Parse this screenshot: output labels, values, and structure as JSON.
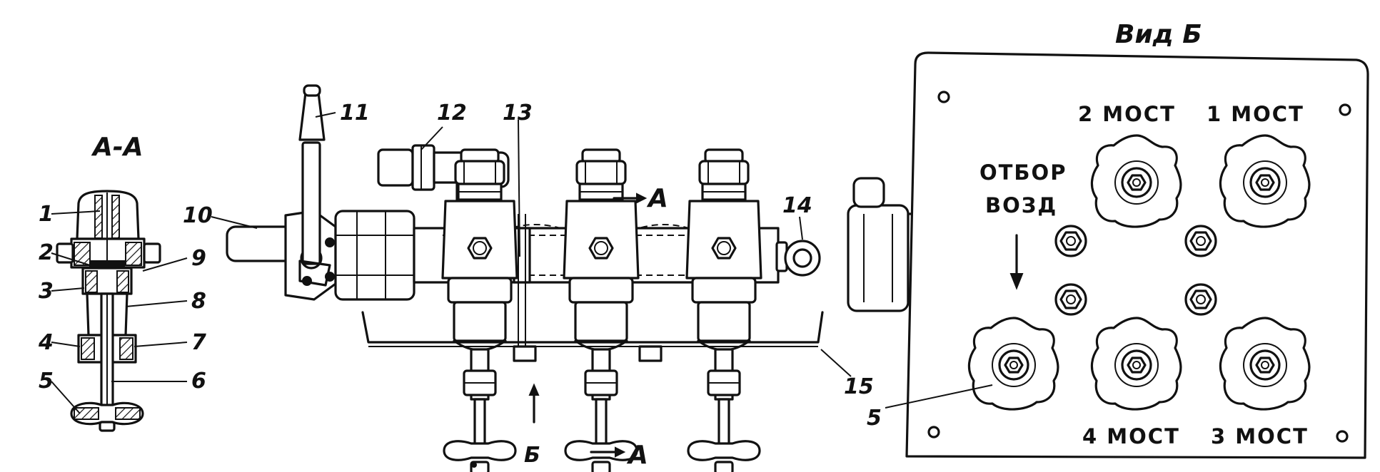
{
  "section_aa": {
    "title": "А-А",
    "labels": [
      "1",
      "2",
      "3",
      "4",
      "5",
      "6",
      "7",
      "8",
      "9"
    ]
  },
  "assembly": {
    "labels": [
      "10",
      "11",
      "12",
      "13",
      "14",
      "15"
    ],
    "callout_a_top": "А",
    "callout_a_bottom": "А",
    "callout_b": "Б"
  },
  "view_b": {
    "title": "Вид Б",
    "bridge_labels": [
      "2 МОСТ",
      "1 МОСТ",
      "4 МОСТ",
      "3 МОСТ"
    ],
    "air_line1": "ОТБОР",
    "air_line2": "ВОЗД",
    "label5": "5"
  }
}
